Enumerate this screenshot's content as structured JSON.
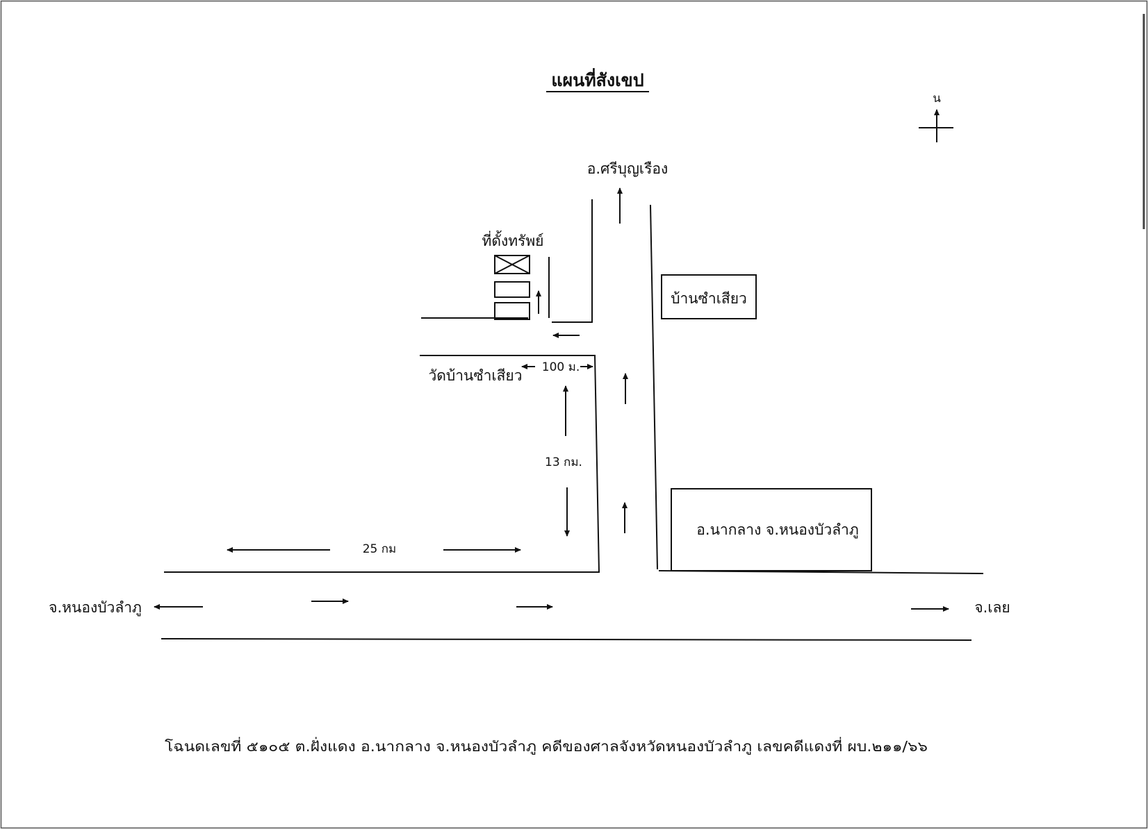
{
  "title": "แผนที่สังเขป",
  "compass": {
    "label": "น",
    "icon": "north-arrow-icon"
  },
  "places": {
    "north_destination": "อ.ศรีบุญเรือง",
    "property": "ที่ดั้งทรัพย์",
    "village": "บ้านซำเสียว",
    "temple": "วัดบ้านซำเสียว",
    "district": "อ.นากลาง จ.หนองบัวลำภู",
    "west_destination": "จ.หนองบัวลำภู",
    "east_destination": "จ.เลย"
  },
  "distances": {
    "to_temple": "100 ม.",
    "north_road": "13 กม.",
    "west_road": "25 กม"
  },
  "footer": "โฉนดเลขที่ ๕๑๐๕ ต.ฝั่งแดง อ.นากลาง จ.หนองบัวลำภู  คดีของศาลจังหวัดหนองบัวลำภู เลขคดีแดงที่ ผบ.๒๑๑/๖๖",
  "colors": {
    "ink": "#111111",
    "paper": "#ffffff"
  }
}
